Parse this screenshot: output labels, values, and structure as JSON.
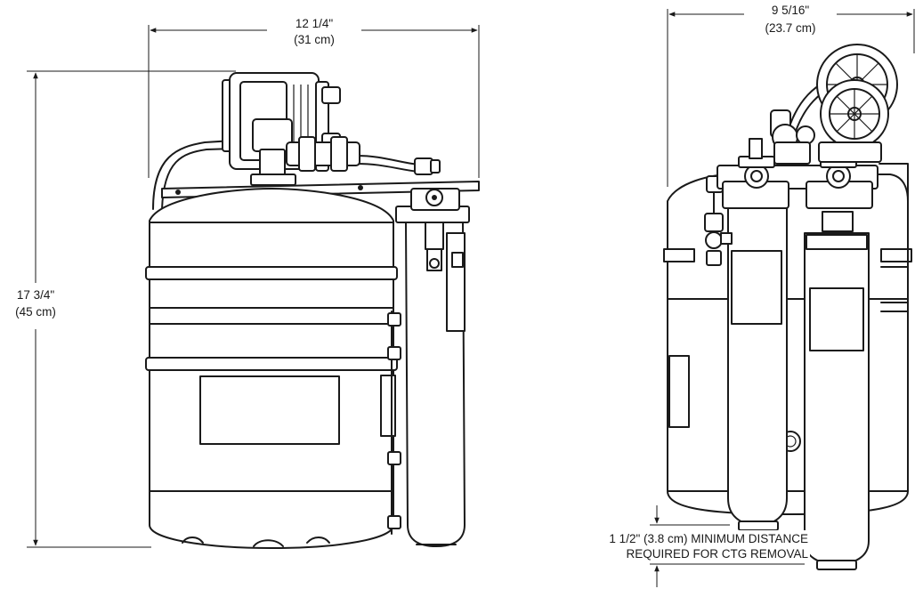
{
  "dimensions": {
    "width_front": {
      "imperial": "12 1/4\"",
      "metric": "(31 cm)"
    },
    "height_front": {
      "imperial": "17 3/4\"",
      "metric": "(45 cm)"
    },
    "width_side": {
      "imperial": "9 5/16\"",
      "metric": "(23.7 cm)"
    },
    "clearance": {
      "line1": "1 1/2\" (3.8 cm) MINIMUM DISTANCE",
      "line2": "REQUIRED FOR CTG REMOVAL"
    }
  },
  "views": [
    "front-view",
    "side-view"
  ]
}
